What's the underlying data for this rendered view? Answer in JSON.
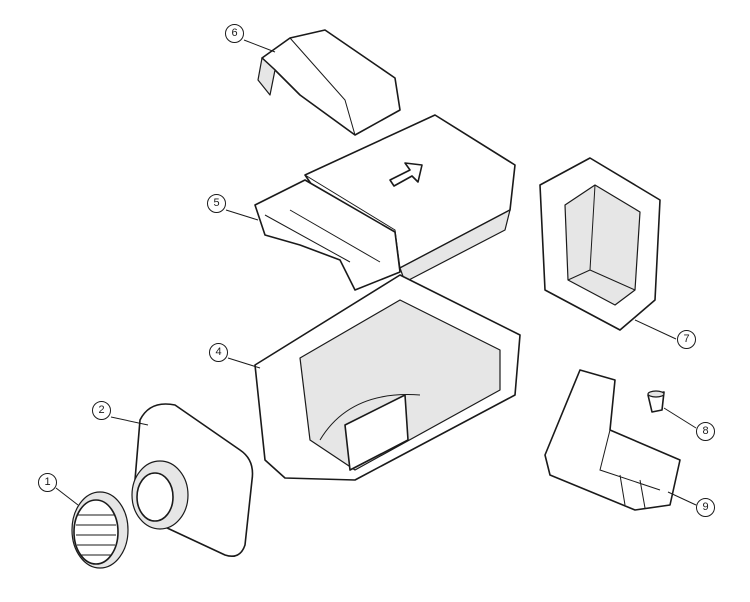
{
  "diagram": {
    "type": "exploded-view",
    "callouts": [
      {
        "label": "1",
        "part": "grille-filter"
      },
      {
        "label": "2",
        "part": "front-cover"
      },
      {
        "label": "4",
        "part": "lower-housing"
      },
      {
        "label": "5",
        "part": "frame-insert"
      },
      {
        "label": "6",
        "part": "top-cap"
      },
      {
        "label": "7",
        "part": "rear-frame"
      },
      {
        "label": "8",
        "part": "plug"
      },
      {
        "label": "9",
        "part": "mounting-bracket"
      }
    ]
  }
}
